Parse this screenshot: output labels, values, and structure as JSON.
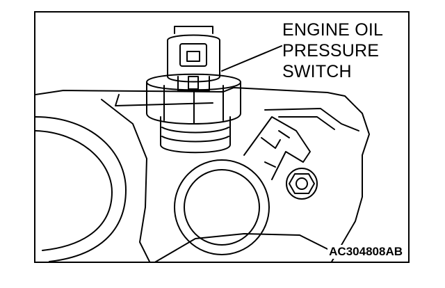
{
  "diagram": {
    "label_lines": [
      "ENGINE OIL",
      "PRESSURE",
      "SWITCH"
    ],
    "figure_id": "AC304808AB",
    "line_color": "#000000",
    "background_color": "#ffffff"
  }
}
